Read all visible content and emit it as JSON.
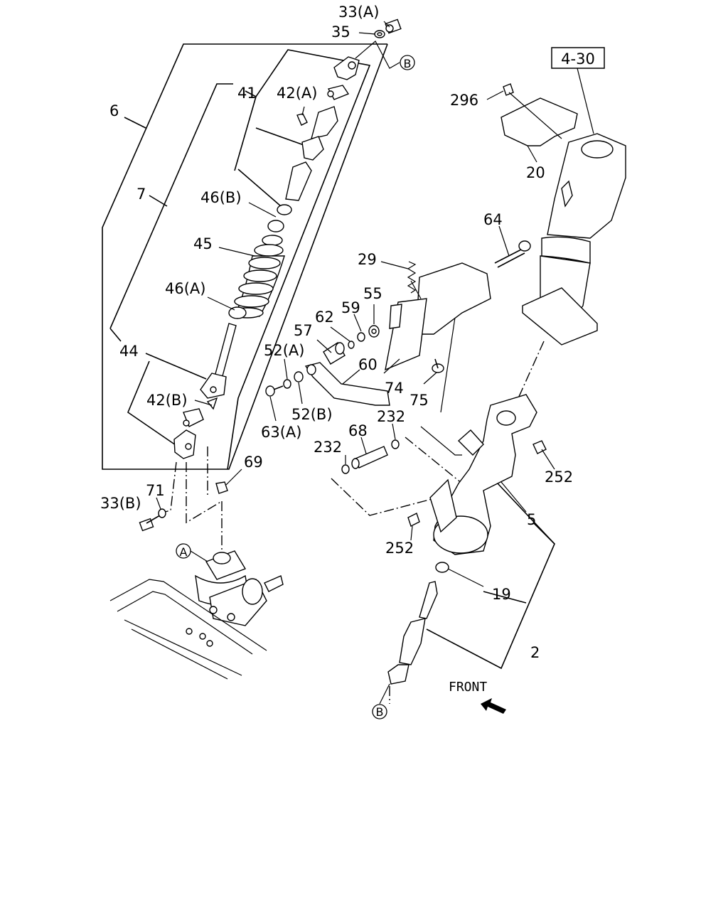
{
  "labels": {
    "l33a": "33(A)",
    "l35": "35",
    "lB_top": "B",
    "l4_30": "4-30",
    "l296": "296",
    "l6": "6",
    "l41": "41",
    "l42a": "42(A)",
    "l20": "20",
    "l7": "7",
    "l46b": "46(B)",
    "l45": "45",
    "l64": "64",
    "l29": "29",
    "l46a": "46(A)",
    "l55": "55",
    "l59": "59",
    "l62": "62",
    "l57": "57",
    "l52a": "52(A)",
    "l44": "44",
    "l60": "60",
    "l74": "74",
    "l75": "75",
    "l42b": "42(B)",
    "l52b": "52(B)",
    "l63a": "63(A)",
    "l232a": "232",
    "l68": "68",
    "l232b": "232",
    "l69": "69",
    "l252a": "252",
    "l5": "5",
    "l71": "71",
    "l33b": "33(B)",
    "l252b": "252",
    "lA": "A",
    "l19": "19",
    "l2": "2",
    "lfront": "FRONT",
    "lB_bottom": "B"
  }
}
